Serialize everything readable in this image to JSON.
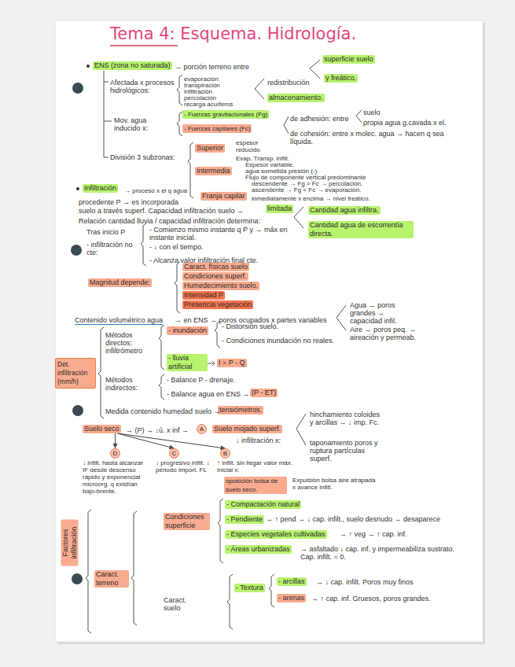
{
  "diagram": {
    "title": "Tema 4: Esquema. Hidrología.",
    "nodes": [
      {
        "text": [
          "ENS (zona no saturada)"
        ]
      },
      {
        "text": [
          "superficie suelo"
        ]
      },
      {
        "text": [
          "y freático."
        ]
      },
      {
        "text": [
          "almacenamiento."
        ]
      },
      {
        "text": [
          "- Fuerzas gravitacionales (Fg)"
        ]
      },
      {
        "text": [
          "- Fuerzas capilares (Fc)"
        ]
      },
      {
        "text": [
          "Superior"
        ]
      },
      {
        "text": [
          "Intermedia"
        ]
      },
      {
        "text": [
          "Franja capilar"
        ]
      },
      {
        "text": [
          "Infiltración"
        ]
      },
      {
        "text": [
          "limitada"
        ]
      },
      {
        "text": [
          "Cantidad agua infiltra."
        ]
      },
      {
        "text": [
          "Cantidad agua de escorrentía directa."
        ]
      },
      {
        "text": [
          "Magnitud depende:"
        ]
      },
      {
        "text": [
          "Caract. físicas suelo"
        ]
      },
      {
        "text": [
          "Condiciones superf."
        ]
      },
      {
        "text": [
          "Humedecimiento suelo."
        ]
      },
      {
        "text": [
          "Intensidad P"
        ]
      },
      {
        "text": [
          "Presencia vegetación"
        ]
      },
      {
        "text": [
          "Det. infiltración (mm/h)"
        ]
      },
      {
        "text": [
          "- inundación"
        ]
      },
      {
        "text": [
          "- lluvia artificial"
        ]
      },
      {
        "text": [
          "I = P - Q"
        ]
      },
      {
        "text": [
          "(P - ET)"
        ]
      },
      {
        "text": [
          "tensiómetros."
        ]
      },
      {
        "text": [
          "Suelo seco"
        ]
      },
      {
        "text": [
          "A"
        ]
      },
      {
        "text": [
          "Suelo mojado superf."
        ]
      },
      {
        "text": [
          "D"
        ]
      },
      {
        "text": [
          "C"
        ]
      },
      {
        "text": [
          "B"
        ]
      },
      {
        "text": [
          "oposición bolsa de suelo seco."
        ]
      },
      {
        "text": [
          "Factores infiltración"
        ]
      },
      {
        "text": [
          "Caract. terreno"
        ]
      },
      {
        "text": [
          "Condiciones superficie"
        ]
      },
      {
        "text": [
          "- Compactación natural"
        ]
      },
      {
        "text": [
          "- Pendiente"
        ]
      },
      {
        "text": [
          "- Especies vegetales cultivadas"
        ]
      },
      {
        "text": [
          "- Áreas urbanizadas"
        ]
      },
      {
        "text": [
          "- Textura"
        ]
      },
      {
        "text": [
          "- arcillas"
        ]
      },
      {
        "text": [
          "- arenas"
        ]
      }
    ],
    "edges": [
      {
        "from": 25,
        "to": 28,
        "arrow": "to"
      },
      {
        "from": 25,
        "to": 29,
        "arrow": "to"
      },
      {
        "from": 25,
        "to": 30,
        "arrow": "to"
      }
    ],
    "labels": [
      "→ porción terreno entre",
      "Afectada x procesos hidrológicos:",
      "evaporación",
      "transpiración",
      "infiltración",
      "percolación",
      "recarga acuíferos",
      "redistribución",
      "Mov. agua inducido x:",
      "de adhesión: entre",
      "suelo",
      "propia agua g.cavada x el.",
      "de cohesión: entre x molec. agua → hacen q sea líquida.",
      "División 3 subzonas:",
      "espesor reducido",
      "Evap. Transp. infilt.",
      "Espesor variable.",
      "agua sometida presión (-)",
      "Flujo de componente vertical predominante",
      "descendente → Fg > Fc → percolación.",
      "ascendente → Fg < Fc → evaporación.",
      "→ proceso x el q agua",
      "inmediatamente x encima → nivel freático.",
      "procedente P → es incorporada",
      "suelo a través superf. Capacidad infiltración suelo →",
      "Relación cantidad lluvia / capacidad infiltración determina:",
      "Tras inicio P",
      "- infiltración no cte:",
      "- Comienzo mismo instante q P y → máx en instante inicial.",
      "- ↓ con el tiempo.",
      "- Alcanza valor infiltración final cte.",
      "Contenido volumétrico agua",
      "→ en ENS → poros ocupados x partes variables",
      "Agua → poros grandes → capacidad infil.",
      "Aire → poros peq. → aireación y permeab.",
      "Métodos directos: infiltrómetro",
      "- Distorsión suelo.",
      "- Condiciones inundación no reales.",
      "Métodos indirectos:",
      "- Balance P - drenaje.",
      "- Balance agua en ENS →",
      "Medida contenido humedad suelo →",
      "→ (P) → ↓ú. x inf →",
      "↓ infiltración x:",
      "hinchamiento coloides y arcillas → ↓ imp. Fc.",
      "taponamiento poros y ruptura partículas superf.",
      "↓ infilt. hasta alcanzar IF desde descenso rápido y exponencial microorg. q existían bajo-brente.",
      "↓ progresivo infilt. ↓ periodo import. FL",
      "↑ infilt. sin llegar valor máx. inicial x:",
      "Expulsión bolsa aire atrapada x avance infilt.",
      "→ ↑ pend → ↓ cap. infilt., suelo desnudo → desaparece",
      "→ ↑ veg → ↑ cap. inf.",
      "→ asfaltado ↓ cap. inf. y impermeabiliza sustrato. Cap. infilt. = 0.",
      "Caract. suelo",
      "→ ↓ cap. infilt. Poros muy finos",
      "→ ↑ cap. inf. Gruesos, poros grandes."
    ]
  }
}
